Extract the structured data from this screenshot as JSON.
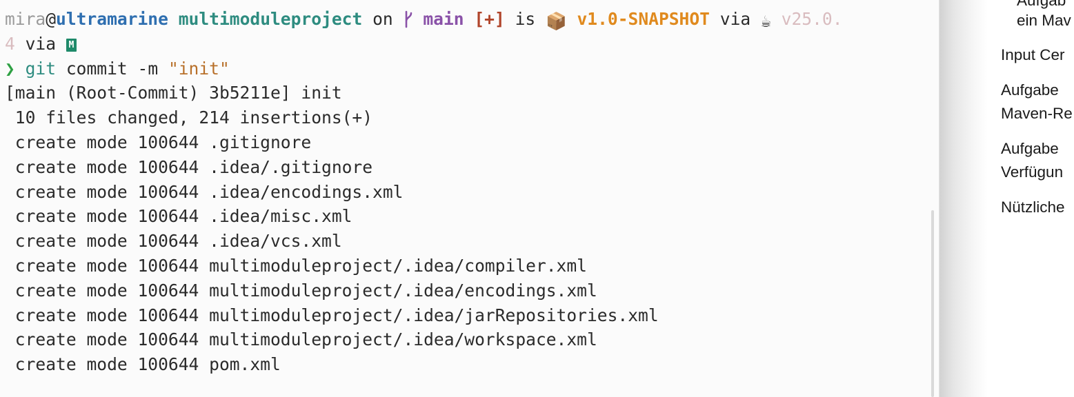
{
  "terminal": {
    "prompt": {
      "user": "mira",
      "at": "@",
      "host": "ultramarine",
      "dir": "multimoduleproject",
      "on": "on",
      "branch_icon": "git-branch-icon",
      "branch": "main",
      "status": "[+]",
      "is": "is",
      "package_icon": "📦",
      "version": "v1.0-SNAPSHOT",
      "via1": "via",
      "java_icon": "☕",
      "java_version_a": "v25.0.",
      "java_version_b": "4",
      "via2": "via",
      "maven_icon": "M"
    },
    "command": {
      "arrow": "❯",
      "cmd": "git",
      "args": "commit -m",
      "message": "\"init\""
    },
    "output": [
      "[main (Root-Commit) 3b5211e] init",
      " 10 files changed, 214 insertions(+)",
      " create mode 100644 .gitignore",
      " create mode 100644 .idea/.gitignore",
      " create mode 100644 .idea/encodings.xml",
      " create mode 100644 .idea/misc.xml",
      " create mode 100644 .idea/vcs.xml",
      " create mode 100644 multimoduleproject/.idea/compiler.xml",
      " create mode 100644 multimoduleproject/.idea/encodings.xml",
      " create mode 100644 multimoduleproject/.idea/jarRepositories.xml",
      " create mode 100644 multimoduleproject/.idea/workspace.xml",
      " create mode 100644 pom.xml"
    ]
  },
  "sidebar": {
    "items": [
      "Aufgab",
      "ein Mav",
      "Input Cer",
      "Aufgabe",
      "Maven-Re",
      "Aufgabe",
      "Verfügun",
      "Nützliche"
    ]
  }
}
